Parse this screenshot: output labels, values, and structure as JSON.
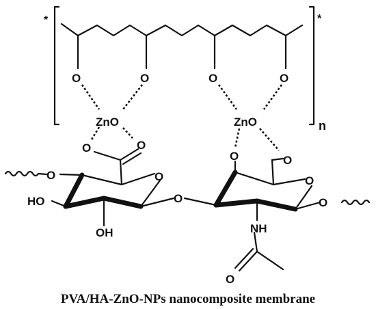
{
  "caption": "PVA/HA-ZnO-NPs nanocomposite membrane",
  "labels": {
    "star": "*",
    "repeat_n": "n",
    "oxygen": "O",
    "zno": "ZnO",
    "ho": "HO",
    "oh": "OH",
    "nh": "NH"
  }
}
